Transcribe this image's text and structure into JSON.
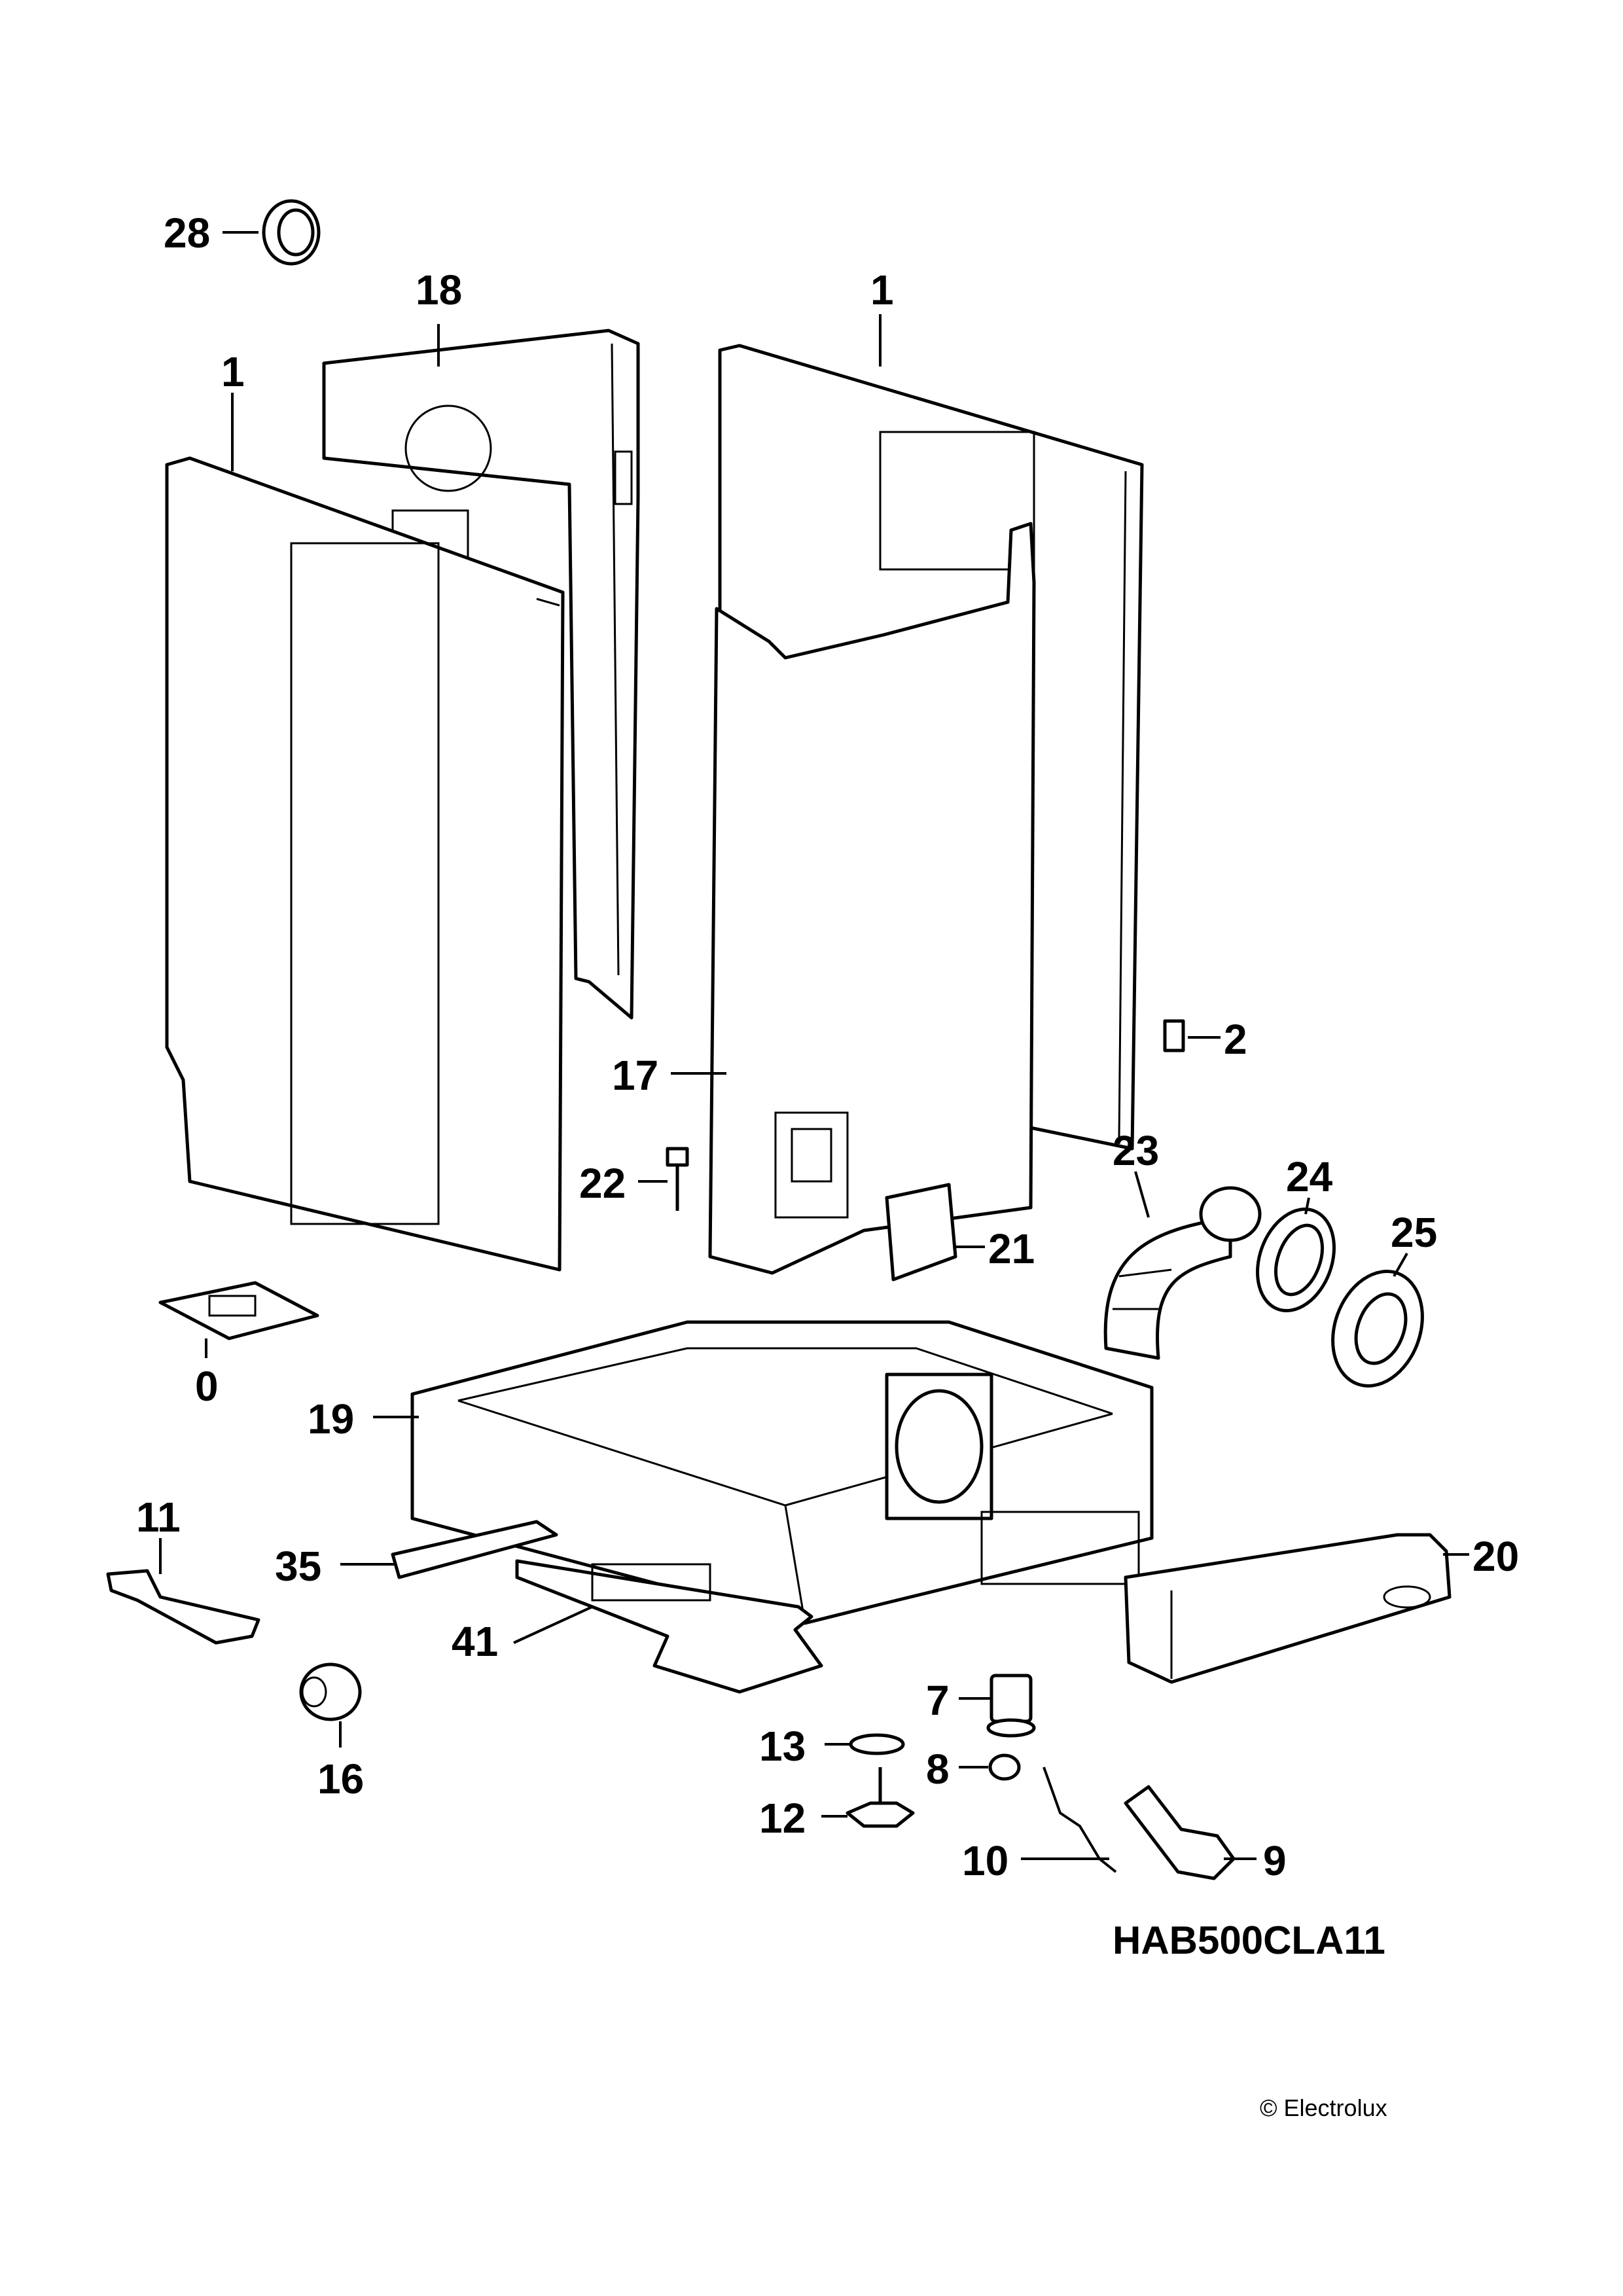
{
  "diagram": {
    "model_code": "HAB500CLA11",
    "copyright": "© Electrolux",
    "callouts": [
      {
        "id": "c28",
        "label": "28"
      },
      {
        "id": "c18",
        "label": "18"
      },
      {
        "id": "c1a",
        "label": "1"
      },
      {
        "id": "c1b",
        "label": "1"
      },
      {
        "id": "c2",
        "label": "2"
      },
      {
        "id": "c17",
        "label": "17"
      },
      {
        "id": "c22",
        "label": "22"
      },
      {
        "id": "c21",
        "label": "21"
      },
      {
        "id": "c23",
        "label": "23"
      },
      {
        "id": "c24",
        "label": "24"
      },
      {
        "id": "c25",
        "label": "25"
      },
      {
        "id": "c0",
        "label": "0"
      },
      {
        "id": "c19",
        "label": "19"
      },
      {
        "id": "c11",
        "label": "11"
      },
      {
        "id": "c35",
        "label": "35"
      },
      {
        "id": "c41",
        "label": "41"
      },
      {
        "id": "c20",
        "label": "20"
      },
      {
        "id": "c16",
        "label": "16"
      },
      {
        "id": "c7",
        "label": "7"
      },
      {
        "id": "c13",
        "label": "13"
      },
      {
        "id": "c8",
        "label": "8"
      },
      {
        "id": "c12",
        "label": "12"
      },
      {
        "id": "c10",
        "label": "10"
      },
      {
        "id": "c9",
        "label": "9"
      }
    ]
  }
}
